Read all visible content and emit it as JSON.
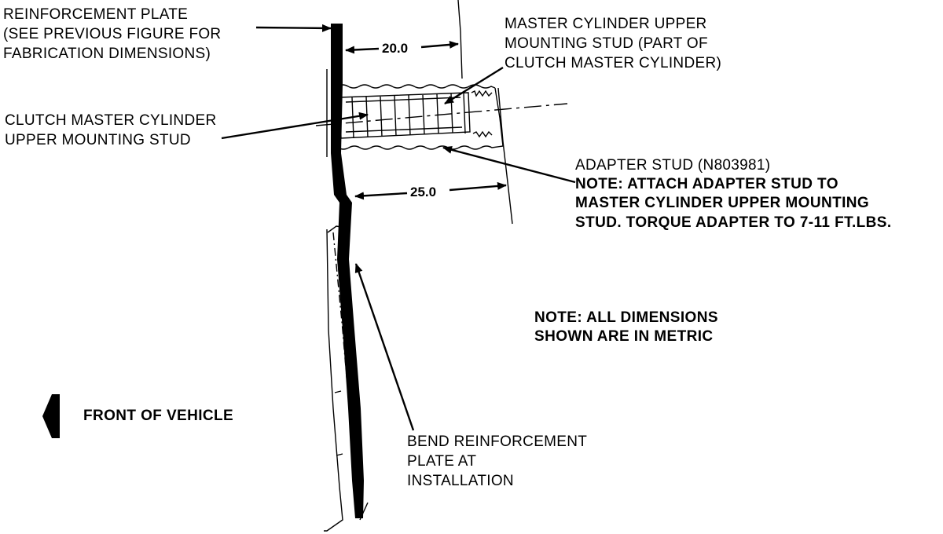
{
  "labels": {
    "reinforcement_plate": [
      "REINFORCEMENT PLATE",
      "(SEE PREVIOUS FIGURE FOR",
      "FABRICATION DIMENSIONS)"
    ],
    "master_cylinder_stud": [
      "MASTER CYLINDER UPPER",
      "MOUNTING STUD (PART OF",
      "CLUTCH MASTER CYLINDER)"
    ],
    "clutch_master_cylinder_stud": [
      "CLUTCH MASTER CYLINDER",
      "UPPER MOUNTING STUD"
    ],
    "adapter_stud": "ADAPTER STUD (N803981)",
    "adapter_note": [
      "NOTE: ATTACH ADAPTER STUD TO",
      "MASTER CYLINDER UPPER MOUNTING",
      "STUD. TORQUE ADAPTER TO 7-11 FT.LBS."
    ],
    "metric_note": [
      "NOTE: ALL DIMENSIONS",
      "SHOWN ARE IN METRIC"
    ],
    "front_of_vehicle": "FRONT OF VEHICLE",
    "bend_plate": [
      "BEND REINFORCEMENT",
      "PLATE AT",
      "INSTALLATION"
    ]
  },
  "dimensions": {
    "upper": "20.0",
    "lower": "25.0"
  },
  "colors": {
    "ink": "#000000",
    "paper": "#ffffff"
  }
}
